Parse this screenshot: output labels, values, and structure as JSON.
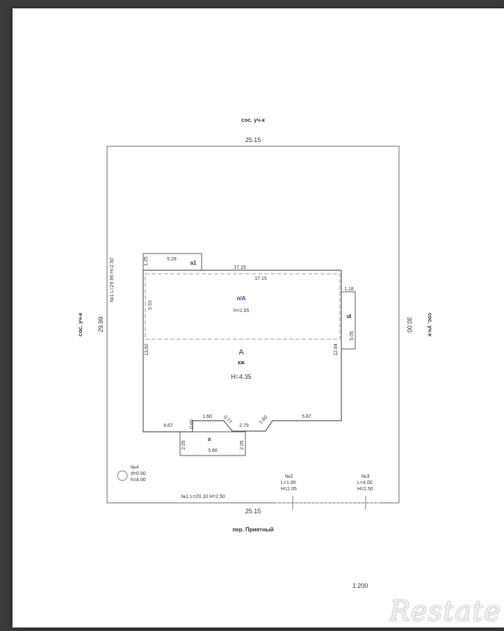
{
  "plan": {
    "neighbor_top": "сос. уч-к",
    "neighbor_left": "сос. уч-к",
    "neighbor_right": "сос. уч-к",
    "street_bottom": "пер. Приятный",
    "top_width": "25.15",
    "bottom_width": "25.15",
    "left_height": "29.99",
    "right_height": "30.00",
    "left_fence": "№1 L=29.99 H=2.50",
    "bottom_fence": "№1 L=20.10 H=2.50",
    "scale": "1:200"
  },
  "building": {
    "main_letter": "А",
    "main_material": "кж",
    "main_height": "H=4.35",
    "mezzanine_letter": "п/А",
    "mezzanine_height": "H=2.65",
    "annex_a1": "а1",
    "annex_a1_len": "5.28",
    "annex_a1_w": "1.25",
    "annex_b": "Б",
    "annex_b_len": "5.05",
    "annex_b_w": "1.18",
    "porch": "а",
    "porch_w": "5.80",
    "porch_left_h": "2.05",
    "porch_right_h": "2.05",
    "dim_top_outer": "17.15",
    "dim_top_inner": "17.15",
    "dim_left_inner": "5.53",
    "dim_left": "13.62",
    "dim_right": "12.84",
    "dim_bottom_left": "4.67",
    "dim_bottom_right": "5.87",
    "dim_notch_top": "1.60",
    "dim_notch_mid": "2.79",
    "dim_notch_small1": "0.60",
    "dim_notch_small2": "0.77",
    "dim_notch_small3": "1.60"
  },
  "structures": {
    "s4_label": "№4",
    "s4_d": "d=0.90",
    "s4_h": "h=4.00",
    "s2_label": "№2",
    "s2_l": "L=1.95",
    "s2_h": "H=2.05",
    "s3_label": "№3",
    "s3_l": "L=4.00",
    "s3_h": "H=2.50"
  },
  "watermark": "Restate"
}
